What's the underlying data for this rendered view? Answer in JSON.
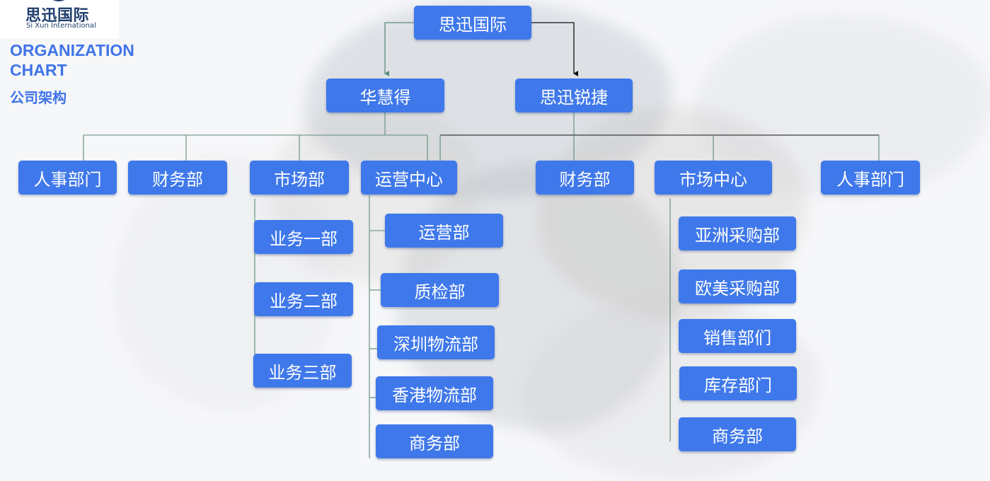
{
  "logo": {
    "name_cn": "思迅国际",
    "name_en": "Si Xun International"
  },
  "title": {
    "en": "ORGANIZATION CHART",
    "cn": "公司架构"
  },
  "colors": {
    "node_fill": "#3f78ea",
    "title": "#3f73e8",
    "line_green": "#5c8a7a",
    "line_black": "#111111"
  },
  "chart": {
    "root": "思迅国际",
    "companies": [
      {
        "name": "华慧得",
        "departments": [
          {
            "name": "人事部门",
            "children": []
          },
          {
            "name": "财务部",
            "children": []
          },
          {
            "name": "市场部",
            "children": [
              "业务一部",
              "业务二部",
              "业务三部"
            ]
          },
          {
            "name": "运营中心",
            "children": [
              "运营部",
              "质检部",
              "深圳物流部",
              "香港物流部",
              "商务部"
            ]
          }
        ]
      },
      {
        "name": "思迅锐捷",
        "departments": [
          {
            "name": "财务部",
            "children": []
          },
          {
            "name": "市场中心",
            "children": [
              "亚洲采购部",
              "欧美采购部",
              "销售部们",
              "库存部门",
              "商务部"
            ]
          },
          {
            "name": "人事部门",
            "children": []
          }
        ]
      }
    ]
  }
}
